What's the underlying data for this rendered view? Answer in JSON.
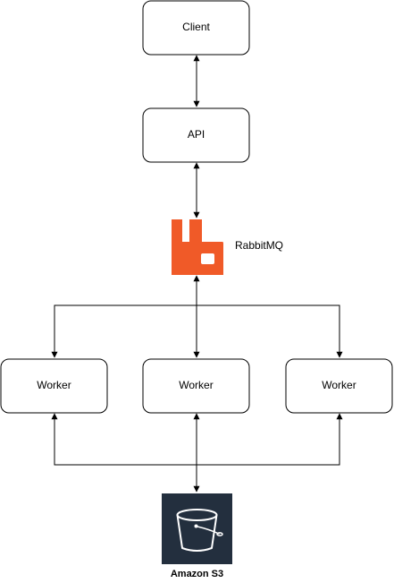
{
  "nodes": {
    "client": {
      "label": "Client"
    },
    "api": {
      "label": "API"
    },
    "rabbitmq": {
      "label": "RabbitMQ",
      "icon": "rabbitmq-icon",
      "color": "#F05A28"
    },
    "workers": [
      {
        "label": "Worker"
      },
      {
        "label": "Worker"
      },
      {
        "label": "Worker"
      }
    ],
    "s3": {
      "label": "Amazon S3",
      "icon": "amazon-s3-bucket-icon",
      "background": "#232F3E"
    }
  },
  "colors": {
    "box_stroke": "#000000",
    "box_fill": "#ffffff",
    "edge": "#000000"
  }
}
